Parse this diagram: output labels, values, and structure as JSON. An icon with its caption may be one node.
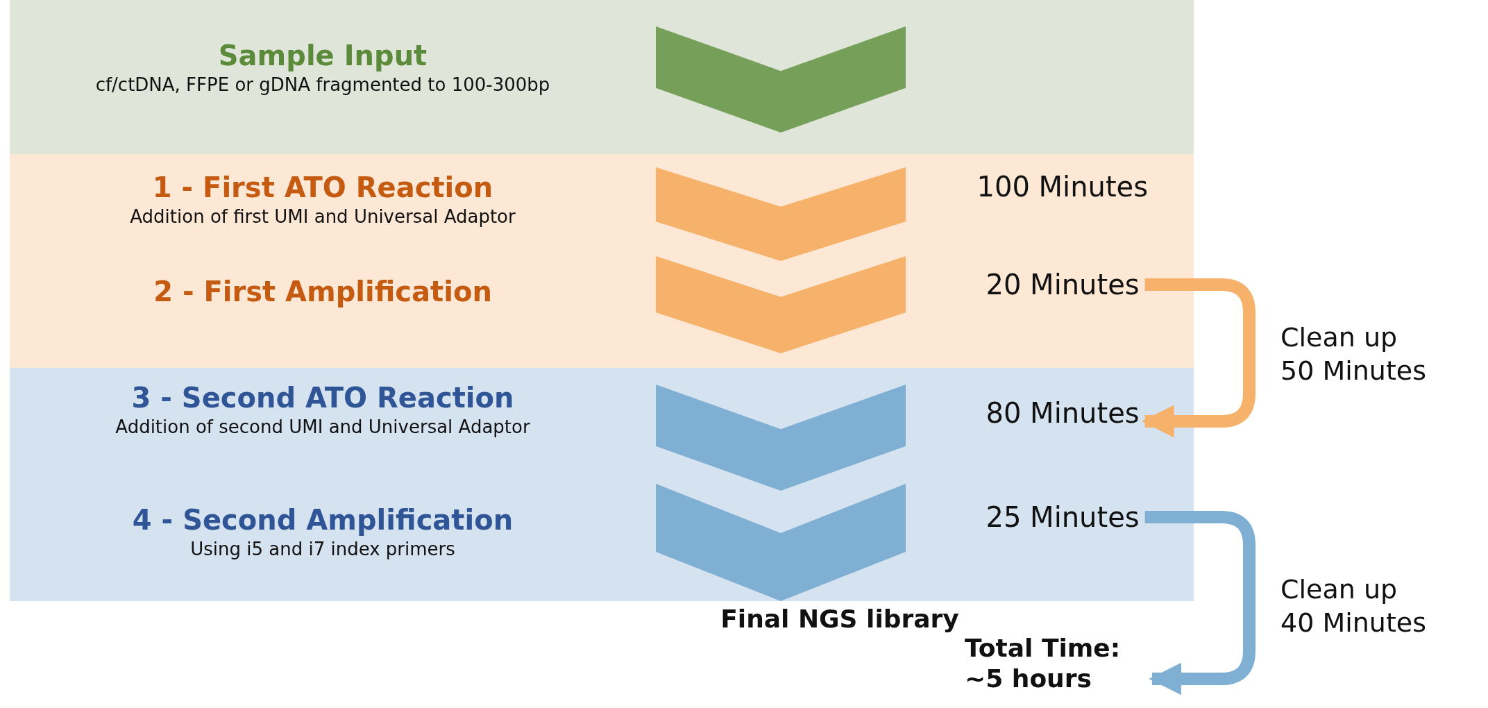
{
  "diagram": {
    "nodes": [
      {
        "text": [
          "Sample Input",
          "cf/ctDNA, FFPE or gDNA fragmented to 100-300bp"
        ]
      },
      {
        "text": [
          "1 - First ATO Reaction",
          "Addition of first UMI and Universal Adaptor"
        ]
      },
      {
        "text": [
          "2 - First Amplification"
        ]
      },
      {
        "text": [
          "3 - Second ATO Reaction",
          "Addition of second UMI and Universal Adaptor"
        ]
      },
      {
        "text": [
          "4 - Second Amplification",
          "Using i5 and i7 index primers"
        ]
      },
      {
        "text": [
          "Final NGS library"
        ]
      },
      {
        "text": [
          "Total Time: ~5 hours"
        ]
      },
      {
        "text": [
          "20 Minutes"
        ]
      },
      {
        "text": [
          "80 Minutes"
        ]
      },
      {
        "text": [
          "25 Minutes"
        ]
      }
    ],
    "edges": [
      {
        "from": 7,
        "to": 8,
        "arrow": "to",
        "color": "#f6b26b",
        "label": "Clean up 50 Minutes"
      },
      {
        "from": 9,
        "to": 6,
        "arrow": "to",
        "color": "#7fb0d3",
        "label": "Clean up 40 Minutes"
      }
    ],
    "labels": [
      "100 Minutes"
    ]
  }
}
